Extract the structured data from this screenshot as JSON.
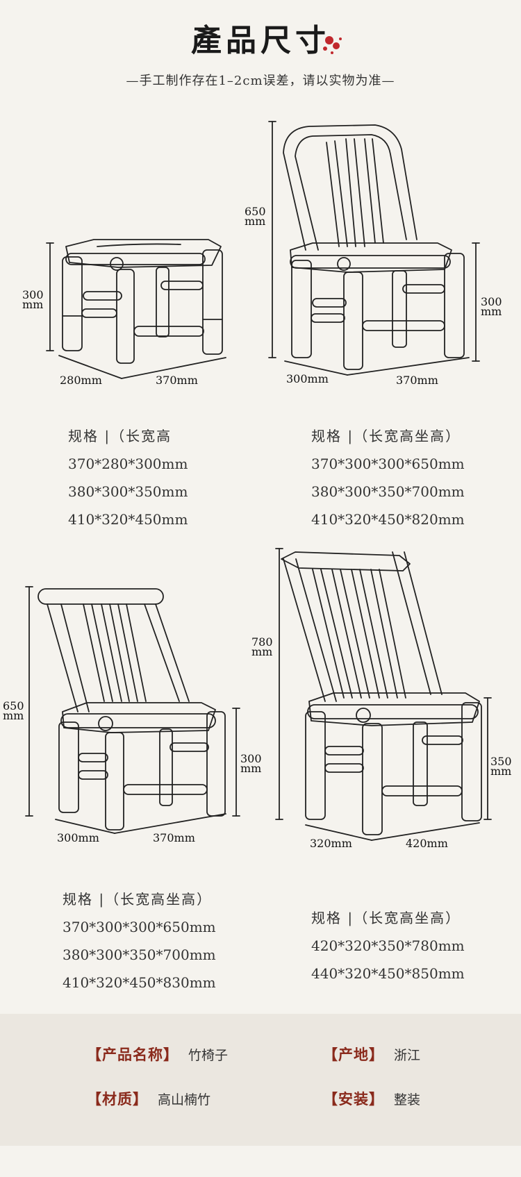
{
  "header": {
    "title": "產品尺寸",
    "subtitle": "—手工制作存在1–2cm误差，请以实物为准—"
  },
  "products": [
    {
      "dims": {
        "height": "300",
        "unit": "mm",
        "depth": "280mm",
        "width": "370mm"
      },
      "spec_head": "规格 |（长宽高",
      "specs": [
        "370*280*300mm",
        "380*300*350mm",
        "410*320*450mm"
      ]
    },
    {
      "dims": {
        "total_height": "650",
        "seat_height": "300",
        "unit": "mm",
        "depth": "300mm",
        "width": "370mm"
      },
      "spec_head": "规格 |（长宽高坐高）",
      "specs": [
        "370*300*300*650mm",
        "380*300*350*700mm",
        "410*320*450*820mm"
      ]
    },
    {
      "dims": {
        "total_height": "650",
        "seat_height": "300",
        "unit": "mm",
        "depth": "300mm",
        "width": "370mm"
      },
      "spec_head": "规格 |（长宽高坐高）",
      "specs": [
        "370*300*300*650mm",
        "380*300*350*700mm",
        "410*320*450*830mm"
      ]
    },
    {
      "dims": {
        "total_height": "780",
        "seat_height": "350",
        "unit": "mm",
        "depth": "320mm",
        "width": "420mm"
      },
      "spec_head": "规格 |（长宽高坐高）",
      "specs": [
        "420*320*350*780mm",
        "440*320*450*850mm"
      ]
    }
  ],
  "info": {
    "name_key": "【产品名称】",
    "name_val": "竹椅子",
    "origin_key": "【产地】",
    "origin_val": "浙江",
    "material_key": "【材质】",
    "material_val": "高山楠竹",
    "install_key": "【安装】",
    "install_val": "整装"
  },
  "colors": {
    "accent": "#8a2a1c",
    "background": "#f5f3ee",
    "info_bg": "#ebe7e0",
    "blossom": "#c0282d"
  }
}
